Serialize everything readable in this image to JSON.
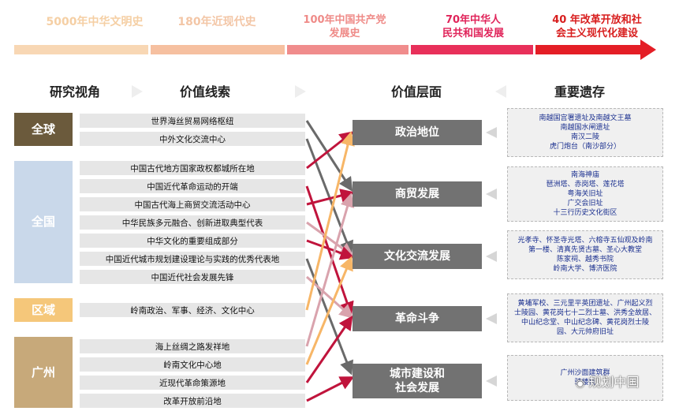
{
  "timeline": {
    "periods": [
      {
        "label": "5000年中华文明史",
        "color": "#f8d7b4",
        "text_color": "#f5cfa4"
      },
      {
        "label": "180年近现代史",
        "color": "#f6c0a0",
        "text_color": "#f3c6a6"
      },
      {
        "label": "100年中国共产党\n发展史",
        "color": "#f08c8c",
        "text_color": "#ef8b88"
      },
      {
        "label": "70年中华人\n民共和国发展",
        "color": "#e8305a",
        "text_color": "#e0245a"
      },
      {
        "label": "40 年改革开放和社\n会主义现代化建设",
        "color": "#e41e26",
        "text_color": "#d81e1e"
      }
    ]
  },
  "headers": {
    "perspective": "研究视角",
    "clues": "价值线索",
    "levels": "价值层面",
    "legacy": "重要遗存"
  },
  "perspectives": [
    {
      "label": "全球",
      "color": "#6b5a3c"
    },
    {
      "label": "全国",
      "color": "#c9d8ea"
    },
    {
      "label": "区域",
      "color": "#f5c77a"
    },
    {
      "label": "广州",
      "color": "#c7a97a"
    }
  ],
  "clues": [
    "世界海丝贸易网络枢纽",
    "中外文化交流中心",
    "中国古代地方国家政权都城所在地",
    "中国近代革命运动的开端",
    "中国古代海上商贸交流活动中心",
    "中华民族多元融合、创新进取典型代表",
    "中华文化的重要组成部分",
    "中国近代城市规划建设理论与实践的优秀代表地",
    "中国近代社会发展先锋",
    "岭南政治、军事、经济、文化中心",
    "海上丝绸之路发祥地",
    "岭南文化中心地",
    "近现代革命策源地",
    "改革开放前沿地"
  ],
  "levels": [
    "政治地位",
    "商贸发展",
    "文化交流发展",
    "革命斗争",
    "城市建设和\n社会发展"
  ],
  "legacy": [
    [
      "南越国宫署遗址及南越文王墓",
      "南越国水闸遗址",
      "南汉二陵",
      "虎门炮台（南沙部分）"
    ],
    [
      "南海神庙",
      "琶洲塔、赤岗塔、莲花塔",
      "粤海关旧址",
      "广交会旧址",
      "十三行历史文化街区"
    ],
    [
      "光孝寺、怀圣寺光塔、六榕寺五仙观及岭南",
      "第一楼、清真先贤古墓、圣心大教堂",
      "陈家祠、越秀书院",
      "岭南大学、博济医院"
    ],
    [
      "黄埔军校、三元里平英团遗址、广州起义烈",
      "士陵园、黄花岗七十二烈士墓、洪秀全故居、",
      "中山纪念堂、中山纪念碑、黄花岗烈士陵",
      "园、大元帅府旧址"
    ],
    [
      "广州沙面建筑群",
      "骑楼街"
    ]
  ],
  "watermark": "规划中国"
}
